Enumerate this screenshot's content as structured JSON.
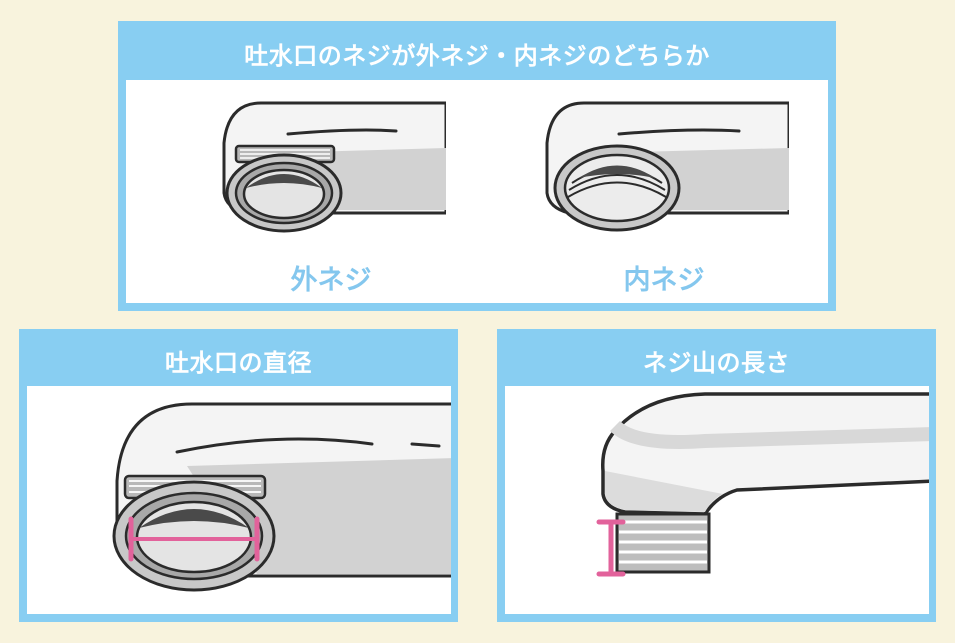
{
  "panels": {
    "top": {
      "title": "吐水口のネジが外ネジ・内ネジのどちらか",
      "labels": {
        "outer": "外ネジ",
        "inner": "内ネジ"
      }
    },
    "bottom_left": {
      "title": "吐水口の直径"
    },
    "bottom_right": {
      "title": "ネジ山の長さ"
    }
  },
  "colors": {
    "background": "#f8f3dd",
    "panel_blue": "#88cef2",
    "caption_blue": "#84c7ee",
    "measure_pink": "#e2629b",
    "outline": "#2b2b2b"
  }
}
